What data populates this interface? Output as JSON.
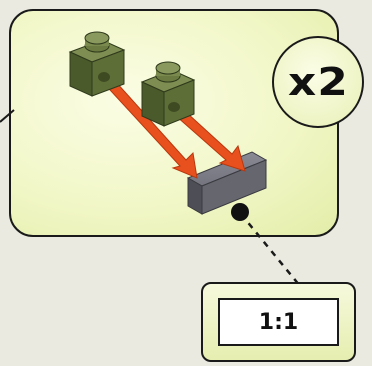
{
  "step": {
    "multiplier": "x2",
    "scale_label": "1:1"
  },
  "colors": {
    "panel_fill": "#f2f7c8",
    "stud_brick": "#5b6b3a",
    "arrow": "#e8501e",
    "connector_plate": "#6e6e78"
  },
  "icons": [
    "brick-1x1-stud",
    "move-arrow",
    "plate-1x4-tile"
  ]
}
